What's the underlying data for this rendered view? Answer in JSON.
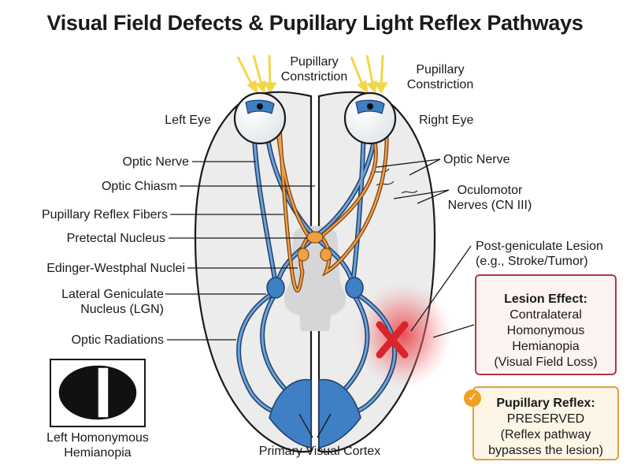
{
  "title": "Visual Field Defects & Pupillary Light Reflex Pathways",
  "labels": {
    "pupillary_constriction_left": [
      "Pupillary",
      "Constriction"
    ],
    "pupillary_constriction_right": [
      "Pupillary",
      "Constriction"
    ],
    "left_eye": "Left Eye",
    "right_eye": "Right Eye",
    "optic_nerve_left": "Optic Nerve",
    "optic_nerve_right": "Optic Nerve",
    "optic_chiasm": "Optic Chiasm",
    "pupillary_reflex_fibers": "Pupillary Reflex Fibers",
    "oculomotor_nerves": [
      "Oculomotor",
      "Nerves (CN III)"
    ],
    "pretectal_nucleus": "Pretectal Nucleus",
    "edinger_westphal": "Edinger-Westphal Nuclei",
    "post_geniculate_lesion": [
      "Post-geniculate Lesion",
      "(e.g., Stroke/Tumor)"
    ],
    "lgn": [
      "Lateral Geniculate",
      "Nucleus (LGN)"
    ],
    "optic_radiations": "Optic Radiations",
    "primary_visual_cortex": "Primary Visual Cortex",
    "left_homonymous_hemianopia": [
      "Left Homonymous",
      "Hemianopia"
    ]
  },
  "lesion_effect": {
    "heading": "Lesion Effect:",
    "lines": [
      "Contralateral",
      "Homonymous",
      "Hemianopia",
      "(Visual Field Loss)"
    ]
  },
  "pupillary_reflex": {
    "heading": "Pupillary Reflex:",
    "lines": [
      "PRESERVED",
      "(Reflex pathway",
      "bypasses the lesion)"
    ]
  },
  "colors": {
    "visual_pathway": "#3d6fa8",
    "reflex_pathway": "#e0872a",
    "lesion": "#d8242a",
    "brain_fill": "#eeeeee",
    "cortex": "#3f7fc4"
  }
}
